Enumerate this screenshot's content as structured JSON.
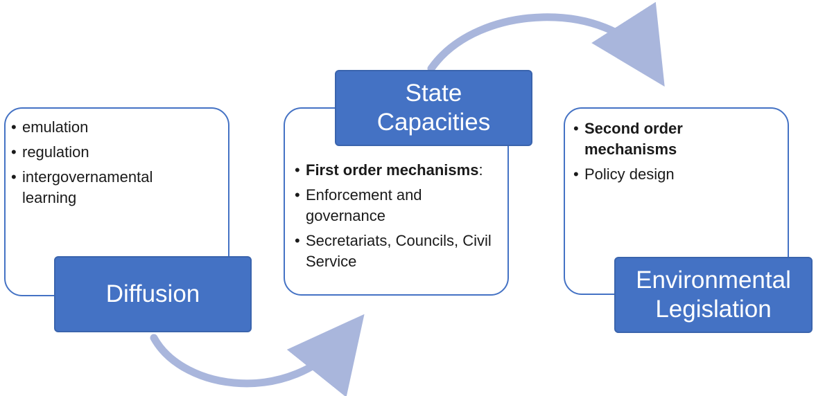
{
  "stages": [
    {
      "label_lines": [
        "Diffusion"
      ],
      "items": [
        {
          "text": "emulation",
          "bold": false
        },
        {
          "text": "regulation",
          "bold": false
        },
        {
          "text": "intergovernamental learning",
          "bold": false
        }
      ]
    },
    {
      "label_lines": [
        "State",
        "Capacities"
      ],
      "items": [
        {
          "text": "First order mechanisms",
          "bold": true,
          "suffix": ":"
        },
        {
          "text": "Enforcement and governance",
          "bold": false
        },
        {
          "text": "Secretariats, Councils, Civil Service",
          "bold": false
        }
      ]
    },
    {
      "label_lines": [
        "Environmental",
        "Legislation"
      ],
      "items": [
        {
          "text": "Second order mechanisms",
          "bold": true
        },
        {
          "text": "Policy design",
          "bold": false
        }
      ]
    }
  ],
  "colors": {
    "accent": "#4472c4",
    "arrow": "#a9b6dc",
    "label_text": "#ffffff",
    "body_text": "#1a1a1a"
  }
}
